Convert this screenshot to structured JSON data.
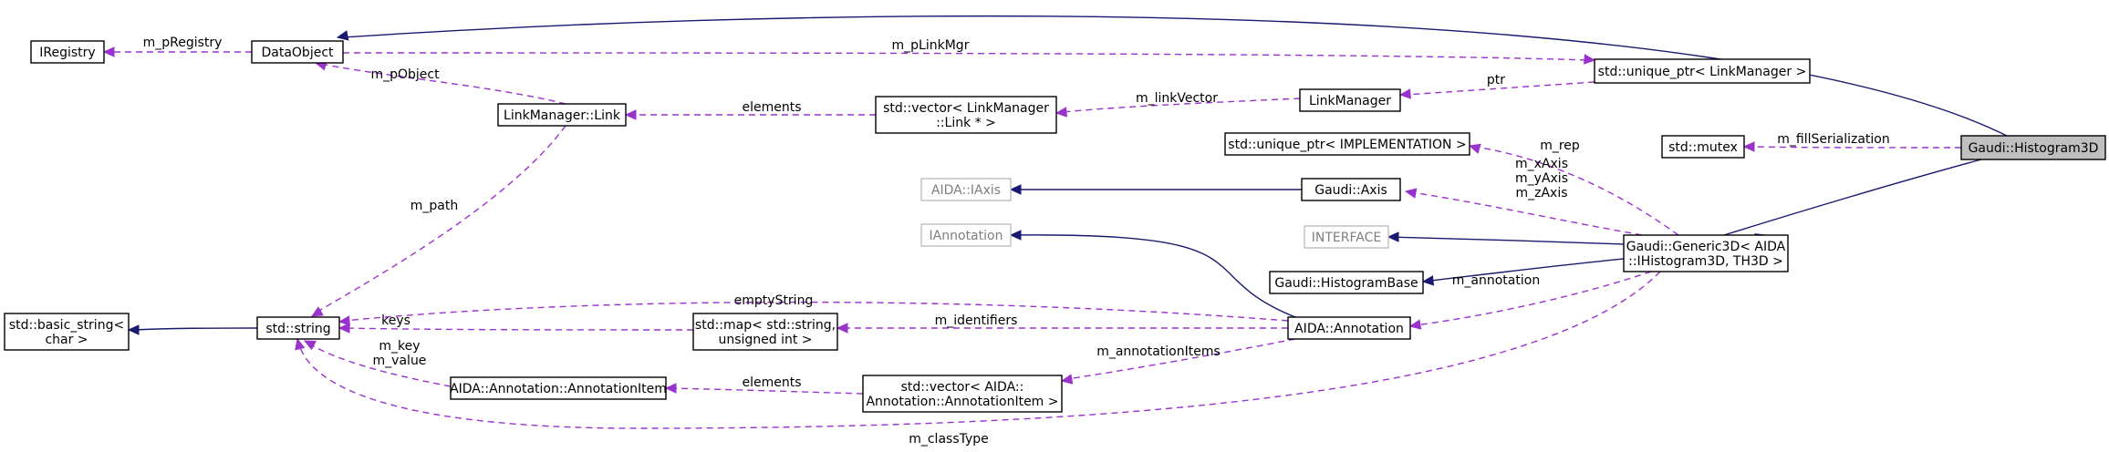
{
  "nodes": [
    {
      "id": "gaudi-histogram3d",
      "label": [
        "Gaudi::Histogram3D"
      ]
    },
    {
      "id": "data-object",
      "label": [
        "DataObject"
      ]
    },
    {
      "id": "iregistry",
      "label": [
        "IRegistry"
      ]
    },
    {
      "id": "unique-ptr-linkmanager",
      "label": [
        "std::unique_ptr< LinkManager >"
      ]
    },
    {
      "id": "link-manager",
      "label": [
        "LinkManager"
      ]
    },
    {
      "id": "vector-link",
      "label": [
        "std::vector< LinkManager",
        "::Link * >"
      ]
    },
    {
      "id": "linkmanager-link",
      "label": [
        "LinkManager::Link"
      ]
    },
    {
      "id": "std-mutex",
      "label": [
        "std::mutex"
      ]
    },
    {
      "id": "unique-ptr-impl",
      "label": [
        "std::unique_ptr< IMPLEMENTATION >"
      ]
    },
    {
      "id": "aida-iaxis",
      "label": [
        "AIDA::IAxis"
      ]
    },
    {
      "id": "gaudi-axis",
      "label": [
        "Gaudi::Axis"
      ]
    },
    {
      "id": "iannotation",
      "label": [
        "IAnnotation"
      ]
    },
    {
      "id": "interface",
      "label": [
        "INTERFACE"
      ]
    },
    {
      "id": "gaudi-generic3d",
      "label": [
        "Gaudi::Generic3D< AIDA",
        "::IHistogram3D, TH3D >"
      ]
    },
    {
      "id": "histogram-base",
      "label": [
        "Gaudi::HistogramBase"
      ]
    },
    {
      "id": "basic-string",
      "label": [
        "std::basic_string<",
        "char >"
      ]
    },
    {
      "id": "std-string",
      "label": [
        "std::string"
      ]
    },
    {
      "id": "std-map",
      "label": [
        "std::map< std::string,",
        "unsigned int >"
      ]
    },
    {
      "id": "aida-annotation",
      "label": [
        "AIDA::Annotation"
      ]
    },
    {
      "id": "annotation-item",
      "label": [
        "AIDA::Annotation::AnnotationItem"
      ]
    },
    {
      "id": "vector-annotation-item",
      "label": [
        "std::vector< AIDA::",
        "Annotation::AnnotationItem >"
      ]
    }
  ],
  "edges": [
    {
      "from": "data-object",
      "to": "gaudi-histogram3d",
      "kind": "inheritance",
      "label": []
    },
    {
      "from": "iregistry",
      "to": "data-object",
      "kind": "member",
      "label": [
        "m_pRegistry"
      ]
    },
    {
      "from": "unique-ptr-linkmanager",
      "to": "data-object",
      "kind": "member",
      "label": [
        "m_pLinkMgr"
      ]
    },
    {
      "from": "data-object",
      "to": "linkmanager-link",
      "kind": "member",
      "label": [
        "m_pObject"
      ]
    },
    {
      "from": "link-manager",
      "to": "unique-ptr-linkmanager",
      "kind": "member",
      "label": [
        "ptr"
      ]
    },
    {
      "from": "vector-link",
      "to": "link-manager",
      "kind": "member",
      "label": [
        "m_linkVector"
      ]
    },
    {
      "from": "linkmanager-link",
      "to": "vector-link",
      "kind": "member",
      "label": [
        "elements"
      ]
    },
    {
      "from": "std-string",
      "to": "linkmanager-link",
      "kind": "member",
      "label": [
        "m_path"
      ]
    },
    {
      "from": "std-mutex",
      "to": "gaudi-histogram3d",
      "kind": "member",
      "label": [
        "m_fillSerialization"
      ]
    },
    {
      "from": "gaudi-generic3d",
      "to": "gaudi-histogram3d",
      "kind": "inheritance",
      "label": []
    },
    {
      "from": "unique-ptr-impl",
      "to": "gaudi-generic3d",
      "kind": "member",
      "label": [
        "m_rep"
      ]
    },
    {
      "from": "gaudi-axis",
      "to": "gaudi-generic3d",
      "kind": "member",
      "label": [
        "m_xAxis",
        "m_yAxis",
        "m_zAxis"
      ]
    },
    {
      "from": "aida-iaxis",
      "to": "gaudi-axis",
      "kind": "inheritance",
      "label": []
    },
    {
      "from": "interface",
      "to": "gaudi-generic3d",
      "kind": "inheritance",
      "label": []
    },
    {
      "from": "histogram-base",
      "to": "gaudi-generic3d",
      "kind": "inheritance",
      "label": []
    },
    {
      "from": "aida-annotation",
      "to": "gaudi-generic3d",
      "kind": "member",
      "label": [
        "m_annotation"
      ]
    },
    {
      "from": "std-string",
      "to": "gaudi-generic3d",
      "kind": "member",
      "label": [
        "m_classType"
      ]
    },
    {
      "from": "iannotation",
      "to": "aida-annotation",
      "kind": "inheritance",
      "label": []
    },
    {
      "from": "std-string",
      "to": "aida-annotation",
      "kind": "member",
      "label": [
        "emptyString"
      ]
    },
    {
      "from": "std-map",
      "to": "aida-annotation",
      "kind": "member",
      "label": [
        "m_identifiers"
      ]
    },
    {
      "from": "vector-annotation-item",
      "to": "aida-annotation",
      "kind": "member",
      "label": [
        "m_annotationItems"
      ]
    },
    {
      "from": "annotation-item",
      "to": "vector-annotation-item",
      "kind": "member",
      "label": [
        "elements"
      ]
    },
    {
      "from": "std-string",
      "to": "annotation-item",
      "kind": "member",
      "label": [
        "m_key",
        "m_value"
      ]
    },
    {
      "from": "std-string",
      "to": "std-map",
      "kind": "member",
      "label": [
        "keys"
      ]
    },
    {
      "from": "basic-string",
      "to": "std-string",
      "kind": "inheritance",
      "label": []
    }
  ]
}
